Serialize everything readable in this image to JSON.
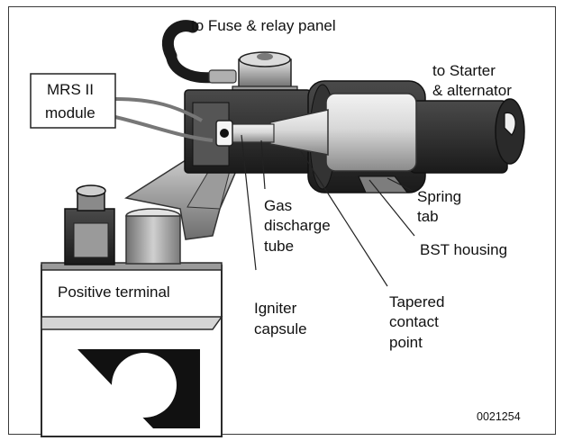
{
  "labels": {
    "fuse_panel": "to Fuse & relay panel",
    "starter_line1": "to Starter",
    "starter_line2": "& alternator",
    "mrs_line1": "MRS II",
    "mrs_line2": "module",
    "spring_line1": "Spring",
    "spring_line2": "tab",
    "bst_housing": "BST housing",
    "gas_line1": "Gas",
    "gas_line2": "discharge",
    "gas_line3": "tube",
    "tapered_line1": "Tapered",
    "tapered_line2": "contact",
    "tapered_line3": "point",
    "positive_terminal": "Positive terminal",
    "igniter_line1": "Igniter",
    "igniter_line2": "capsule",
    "figure_number": "0021254"
  },
  "colors": {
    "dark": "#2b2b2b",
    "mid_gray": "#8c8c8c",
    "light_gray": "#cfcfcf",
    "metal": "#b4b4b4",
    "black": "#111111"
  }
}
